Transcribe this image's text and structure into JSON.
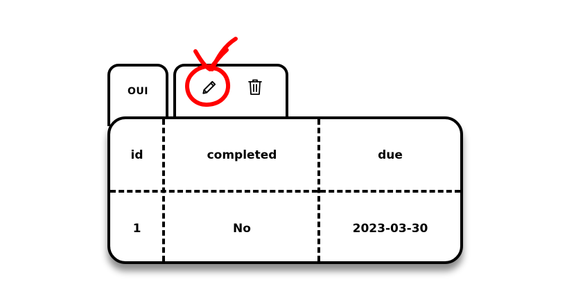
{
  "tabs": {
    "first_label": "OUI",
    "actions": [
      {
        "name": "edit",
        "icon": "pencil-icon"
      },
      {
        "name": "delete",
        "icon": "trash-icon"
      }
    ]
  },
  "table": {
    "columns": [
      "id",
      "completed",
      "due"
    ],
    "rows": [
      [
        "1",
        "No",
        "2023-03-30"
      ]
    ]
  },
  "annotation": {
    "color": "#ff0000",
    "shape": "circle-with-arrow"
  }
}
